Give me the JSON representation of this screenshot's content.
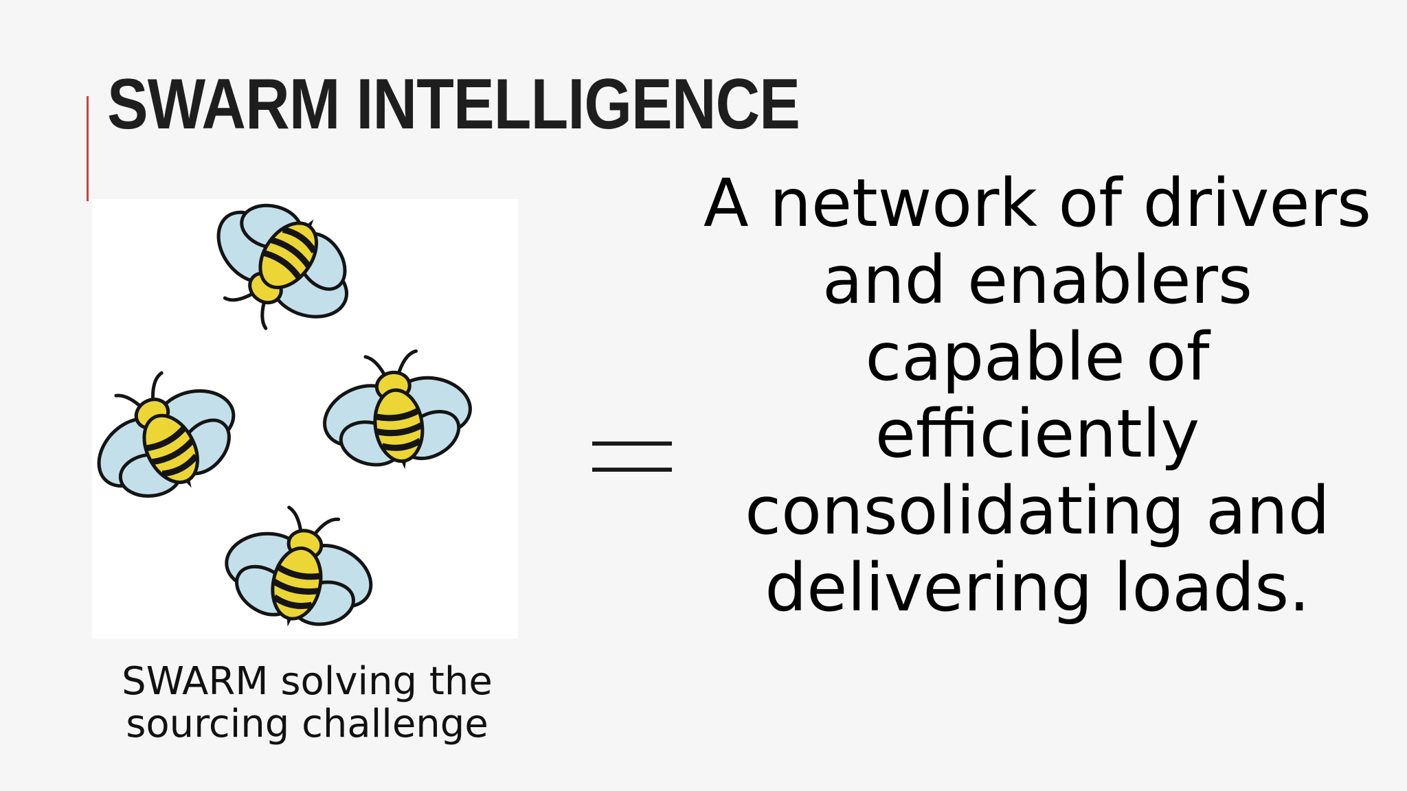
{
  "slide": {
    "title": "SWARM INTELLIGENCE",
    "accent_color": "#c9403f",
    "background_color": "#f6f6f6"
  },
  "illustration": {
    "icon": "bees-icon",
    "bee_count": 4,
    "wing_color": "#c3dfea",
    "body_color": "#ecd636"
  },
  "caption": "SWARM solving the sourcing challenge",
  "equals_sign": {
    "icon": "equals-icon"
  },
  "statement": "A network of drivers and enablers capable of efficiently consolidating and delivering loads."
}
